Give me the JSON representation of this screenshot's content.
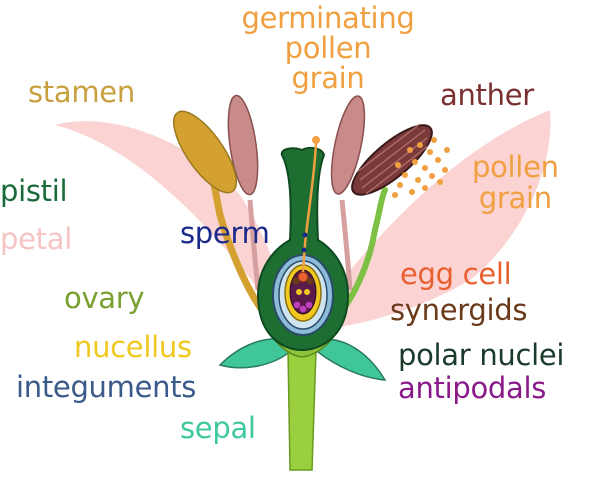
{
  "labels": {
    "germinating_pollen_grain": [
      "germinating",
      "pollen",
      "grain"
    ],
    "stamen": "stamen",
    "anther": "anther",
    "pollen_grain": [
      "pollen",
      "grain"
    ],
    "pistil": "pistil",
    "petal": "petal",
    "sperm": "sperm",
    "egg_cell": "egg cell",
    "ovary": "ovary",
    "synergids": "synergids",
    "nucellus": "nucellus",
    "polar_nuclei": "polar nuclei",
    "integuments": "integuments",
    "antipodals": "antipodals",
    "sepal": "sepal"
  },
  "colors": {
    "germinating_pollen_grain": "#f0a040",
    "stamen": "#c8a040",
    "anther": "#7a3030",
    "pollen_grain": "#f0a040",
    "pistil": "#1a6a3a",
    "petal": "#f5c4c4",
    "sperm": "#1a2a8a",
    "egg_cell": "#e86030",
    "ovary": "#7aa030",
    "synergids": "#6a3a1a",
    "nucellus": "#f0c820",
    "polar_nuclei": "#1a3a2a",
    "integuments": "#3a5a8a",
    "antipodals": "#8a1a8a",
    "sepal": "#40c8a0",
    "petal_fill": "#fbd3d3",
    "filament_tan": "#d4a030",
    "filament_green": "#7cc044",
    "pistil_green": "#1e6e32",
    "receptacle_green": "#8dc43c",
    "stalk_green": "#9ad040",
    "sepal_fill": "#3fc79a",
    "anther_brown": "#7a3a3a",
    "mauve_stamen": "#c98a8a"
  }
}
